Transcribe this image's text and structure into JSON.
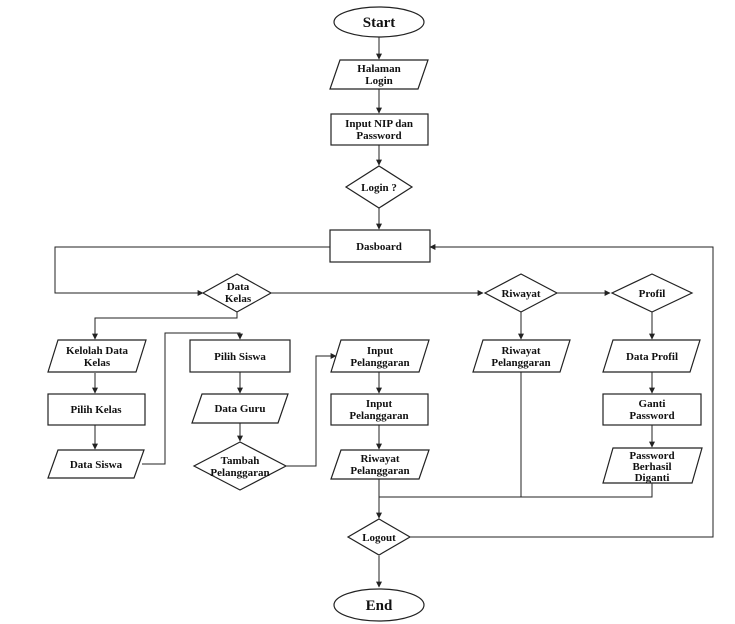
{
  "flowchart": {
    "nodes": {
      "start": "Start",
      "halaman_login": [
        "Halaman",
        "Login"
      ],
      "input_nip": [
        "Input NIP dan",
        "Password"
      ],
      "login_decision": "Login ?",
      "dasboard": "Dasboard",
      "data_kelas": [
        "Data",
        "Kelas"
      ],
      "riwayat": "Riwayat",
      "profil": "Profil",
      "kelolah_data_kelas": [
        "Kelolah Data",
        "Kelas"
      ],
      "pilih_kelas": "Pilih Kelas",
      "data_siswa": "Data Siswa",
      "pilih_siswa": "Pilih Siswa",
      "data_guru": "Data Guru",
      "tambah_pelanggaran": [
        "Tambah",
        "Pelanggaran"
      ],
      "input_pelanggaran_io": [
        "Input",
        "Pelanggaran"
      ],
      "input_pelanggaran_proc": [
        "Input",
        "Pelanggaran"
      ],
      "riwayat_pelanggaran_left": [
        "Riwayat",
        "Pelanggaran"
      ],
      "riwayat_pelanggaran_mid": [
        "Riwayat",
        "Pelanggaran"
      ],
      "data_profil": "Data Profil",
      "ganti_password": [
        "Ganti",
        "Password"
      ],
      "password_berhasil": [
        "Password",
        "Berhasil",
        "Diganti"
      ],
      "logout": "Logout",
      "end": "End"
    }
  }
}
